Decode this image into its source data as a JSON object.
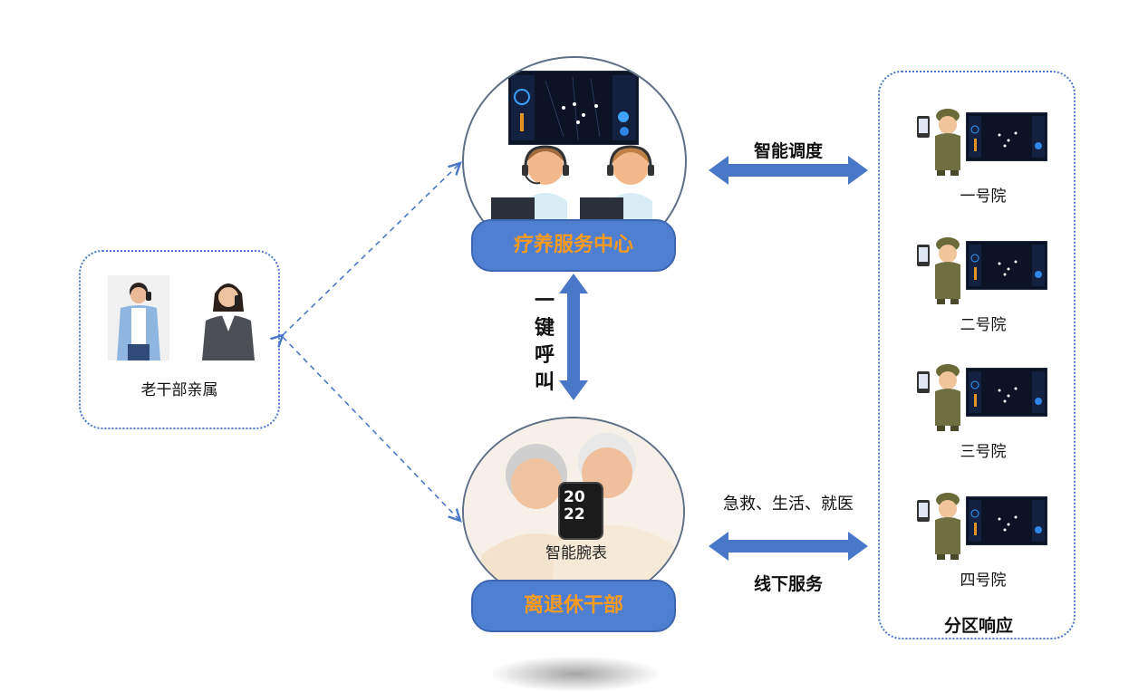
{
  "center": {
    "title": "疗养服务中心"
  },
  "retiree": {
    "title": "离退休干部",
    "watch_label": "智能腕表",
    "watch_year_top": "20",
    "watch_year_bottom": "22"
  },
  "relatives": {
    "title": "老干部亲属"
  },
  "districts": {
    "title": "分区响应",
    "items": [
      {
        "label": "一号院"
      },
      {
        "label": "二号院"
      },
      {
        "label": "三号院"
      },
      {
        "label": "四号院"
      }
    ]
  },
  "arrows": {
    "dispatch": "智能调度",
    "one_key_call": "一键呼叫",
    "offline_service": "线下服务",
    "services": "急救、生活、就医"
  },
  "colors": {
    "accent_orange": "#ff9b1f",
    "pill_blue": "#4f7fd0",
    "arrow_blue": "#4a78c8"
  }
}
